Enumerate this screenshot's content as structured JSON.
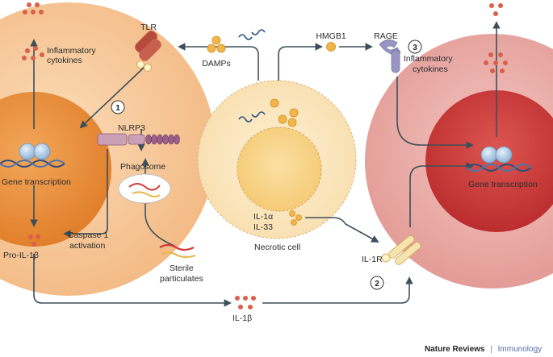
{
  "labels": {
    "tlr": "TLR",
    "damps": "DAMPs",
    "hmgb1": "HMGB1",
    "rage": "RAGE",
    "inflammatory_left": [
      "Inflammatory",
      "cytokines"
    ],
    "inflammatory_right": [
      "Inflammatory",
      "cytokines"
    ],
    "gene_left": "Gene transcription",
    "gene_right": "Gene transcription",
    "nlrp3": "NLRP3",
    "phagosome": "Phagosome",
    "caspase": [
      "Caspase 1",
      "activation"
    ],
    "pro_il1b": "Pro-IL-1β",
    "sterile": [
      "Sterile",
      "particulates"
    ],
    "necrotic": "Necrotic cell",
    "il1a": "IL-1α",
    "il33": "IL-33",
    "il1r": "IL-1R",
    "il1b": "IL-1β"
  },
  "steps": [
    "1",
    "2",
    "3"
  ],
  "footer": {
    "journal": "Nature Reviews",
    "separator": "|",
    "section": "Immunology"
  },
  "colors": {
    "left_cell": "#f6c79a",
    "left_nucleus": "#eb8f3e",
    "right_cell": "#e8a7a1",
    "right_nucleus": "#c8393a",
    "necrotic_cell": "#fbe3b0",
    "necrotic_nucleus": "#f7cf82",
    "cytokine_dot": "#d9604b",
    "damp_dot": "#f2b547",
    "receptor_tlr": "#b64b3c",
    "receptor_rage": "#9a94c2",
    "arrow": "#3d4f5a",
    "footer_journal": "#222222",
    "footer_section": "#5a6fa8"
  }
}
